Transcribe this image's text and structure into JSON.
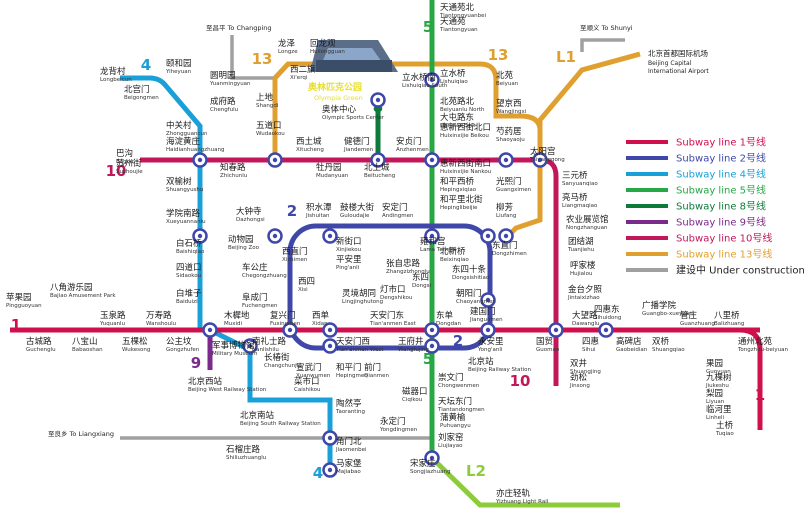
{
  "lines": [
    {
      "key": "1",
      "color": "#d0104c",
      "label": "1"
    },
    {
      "key": "2",
      "color": "#3f48a8",
      "label": "2"
    },
    {
      "key": "4",
      "color": "#1aa0d8",
      "label": "4"
    },
    {
      "key": "5",
      "color": "#28a745",
      "label": "5"
    },
    {
      "key": "8",
      "color": "#0e7a3a",
      "label": "8"
    },
    {
      "key": "9",
      "color": "#7a2a8a",
      "label": "9"
    },
    {
      "key": "10",
      "color": "#c2185b",
      "label": "10"
    },
    {
      "key": "13",
      "color": "#e0a030",
      "label": "13"
    },
    {
      "key": "L1",
      "color": "#e0a030",
      "label": "L1"
    },
    {
      "key": "L2",
      "color": "#8ccc3a",
      "label": "L2"
    },
    {
      "key": "batong",
      "color": "#d0104c",
      "label": "1"
    }
  ],
  "legend": [
    {
      "en": "Subway line ",
      "cn": "1号线",
      "color": "#d0104c"
    },
    {
      "en": "Subway line ",
      "cn": "2号线",
      "color": "#3f48a8"
    },
    {
      "en": "Subway line ",
      "cn": "4号线",
      "color": "#1aa0d8"
    },
    {
      "en": "Subway line ",
      "cn": "5号线",
      "color": "#28a745"
    },
    {
      "en": "Subway line ",
      "cn": "8号线",
      "color": "#0e7a3a"
    },
    {
      "en": "Subway line ",
      "cn": "9号线",
      "color": "#7a2a8a"
    },
    {
      "en": "Subway line ",
      "cn": "10号线",
      "color": "#c2185b"
    },
    {
      "en": "Subway line ",
      "cn": "13号线",
      "color": "#e0a030"
    },
    {
      "en": "建设中 Under construction",
      "cn": "",
      "color": "#a0a0a0"
    }
  ],
  "directions": {
    "changping": "至昌平 To Changping",
    "shunyi": "至顺义 To Shunyi",
    "liangxiang": "至良乡 To Liangxiang",
    "airport_cn": "北京首都国际机场",
    "airport_en1": "Beijing Capital",
    "airport_en2": "International Airport"
  },
  "olympic": {
    "cn": "奥林匹克公园",
    "en": "Olympia Green"
  },
  "stations": [
    {
      "cn": "苹果园",
      "en": "Pingguoyuan"
    },
    {
      "cn": "古城路",
      "en": "Guchenglu"
    },
    {
      "cn": "八角游乐园",
      "en": "Bajiao Amusement Park"
    },
    {
      "cn": "八宝山",
      "en": "Babaoshan"
    },
    {
      "cn": "玉泉路",
      "en": "Yuquanlu"
    },
    {
      "cn": "五棵松",
      "en": "Wukesong"
    },
    {
      "cn": "万寿路",
      "en": "Wanshoulu"
    },
    {
      "cn": "公主坟",
      "en": "Gongzhufen"
    },
    {
      "cn": "军事博物馆",
      "en": "Military Museum"
    },
    {
      "cn": "木樨地",
      "en": "Muxidi"
    },
    {
      "cn": "南礼士路",
      "en": "Nanlishilu"
    },
    {
      "cn": "复兴门",
      "en": "Fuxingmen"
    },
    {
      "cn": "西单",
      "en": "Xidan"
    },
    {
      "cn": "天安门西",
      "en": "Tian'anmen West"
    },
    {
      "cn": "天安门东",
      "en": "Tian'anmen East"
    },
    {
      "cn": "王府井",
      "en": "Wangfujing"
    },
    {
      "cn": "东单",
      "en": "Dongdan"
    },
    {
      "cn": "建国门",
      "en": "Jianguomen"
    },
    {
      "cn": "永安里",
      "en": "Yong'anli"
    },
    {
      "cn": "国贸",
      "en": "Guomao"
    },
    {
      "cn": "大望路",
      "en": "Dawanglu"
    },
    {
      "cn": "四惠",
      "en": "Sihui"
    },
    {
      "cn": "四惠东",
      "en": "Sihuidong"
    },
    {
      "cn": "高碑店",
      "en": "Gaobeidian"
    },
    {
      "cn": "广播学院",
      "en": "Guangbo-xueyuan"
    },
    {
      "cn": "双桥",
      "en": "Shuangqiao"
    },
    {
      "cn": "管庄",
      "en": "Guanzhuang"
    },
    {
      "cn": "八里桥",
      "en": "Balizhuang"
    },
    {
      "cn": "通州北苑",
      "en": "Tongzhou-beiyuan"
    },
    {
      "cn": "果园",
      "en": "Guoyuan"
    },
    {
      "cn": "九棵树",
      "en": "Jiukeshu"
    },
    {
      "cn": "梨园",
      "en": "Liyuan"
    },
    {
      "cn": "临河里",
      "en": "Linheli"
    },
    {
      "cn": "土桥",
      "en": "Tuqiao"
    },
    {
      "cn": "西直门",
      "en": "Xizhimen"
    },
    {
      "cn": "车公庄",
      "en": "Chegongzhuang"
    },
    {
      "cn": "阜成门",
      "en": "Fuchengmen"
    },
    {
      "cn": "积水潭",
      "en": "Jishuitan"
    },
    {
      "cn": "鼓楼大街",
      "en": "Guloudajie"
    },
    {
      "cn": "安定门",
      "en": "Andingmen"
    },
    {
      "cn": "雍和宫",
      "en": "Lama Temple"
    },
    {
      "cn": "东直门",
      "en": "Dongzhimen"
    },
    {
      "cn": "东四十条",
      "en": "Dongsishitiao"
    },
    {
      "cn": "朝阳门",
      "en": "Chaoyangmen"
    },
    {
      "cn": "北京站",
      "en": "Beijing Railway Station"
    },
    {
      "cn": "崇文门",
      "en": "Chongwenmen"
    },
    {
      "cn": "前门",
      "en": "Qianmen"
    },
    {
      "cn": "和平门",
      "en": "Hepingmen"
    },
    {
      "cn": "宣武门",
      "en": "Xuanwumen"
    },
    {
      "cn": "长椿街",
      "en": "Changchunjie"
    },
    {
      "cn": "西四",
      "en": "Xisi"
    },
    {
      "cn": "平安里",
      "en": "Ping'anli"
    },
    {
      "cn": "新街口",
      "en": "Xinjiekou"
    },
    {
      "cn": "灵境胡同",
      "en": "Lingjinghutong"
    },
    {
      "cn": "张自忠路",
      "en": "Zhangzizhonglu"
    },
    {
      "cn": "北新桥",
      "en": "Beixinqiao"
    },
    {
      "cn": "东四",
      "en": "Dongsi"
    },
    {
      "cn": "灯市口",
      "en": "Dengshikou"
    },
    {
      "cn": "磁器口",
      "en": "Ciqikou"
    },
    {
      "cn": "天坛东门",
      "en": "Tiantandongmen"
    },
    {
      "cn": "蒲黄榆",
      "en": "Puhuangyu"
    },
    {
      "cn": "刘家窑",
      "en": "Liujiayao"
    },
    {
      "cn": "宋家庄",
      "en": "Songjiazhuang"
    },
    {
      "cn": "天通苑北",
      "en": "Tiantongyuanbei"
    },
    {
      "cn": "天通苑",
      "en": "Tiantongyuan"
    },
    {
      "cn": "立水桥",
      "en": "Lishuiqiao"
    },
    {
      "cn": "立水桥南",
      "en": "Lishuiqiao South"
    },
    {
      "cn": "北苑路北",
      "en": "Beiyuanlu North"
    },
    {
      "cn": "大屯路东",
      "en": "Datunlu East"
    },
    {
      "cn": "惠新西街北口",
      "en": "Huixinxijie Beikou"
    },
    {
      "cn": "惠新西街南口",
      "en": "Huixinxijie Nankou"
    },
    {
      "cn": "和平西桥",
      "en": "Hepingxiqiao"
    },
    {
      "cn": "和平里北街",
      "en": "Hepinglibeijie"
    },
    {
      "cn": "北苑",
      "en": "Beiyuan"
    },
    {
      "cn": "望京西",
      "en": "Wangjingxi"
    },
    {
      "cn": "芍药居",
      "en": "Shaoyaoju"
    },
    {
      "cn": "光熙门",
      "en": "Guangximen"
    },
    {
      "cn": "柳芳",
      "en": "Liufang"
    },
    {
      "cn": "龙泽",
      "en": "Longze"
    },
    {
      "cn": "回龙观",
      "en": "Huilongguan"
    },
    {
      "cn": "西二旗",
      "en": "Xi'erqi"
    },
    {
      "cn": "上地",
      "en": "Shangdi"
    },
    {
      "cn": "五道口",
      "en": "Wudaokou"
    },
    {
      "cn": "知春路",
      "en": "Zhichunlu"
    },
    {
      "cn": "大钟寺",
      "en": "Dazhongsi"
    },
    {
      "cn": "西土城",
      "en": "Xitucheng"
    },
    {
      "cn": "牡丹园",
      "en": "Mudanyuan"
    },
    {
      "cn": "健德门",
      "en": "Jiandemen"
    },
    {
      "cn": "北土城",
      "en": "Beitucheng"
    },
    {
      "cn": "安贞门",
      "en": "Anzhenmen"
    },
    {
      "cn": "奥体中心",
      "en": "Olympic Sports Center"
    },
    {
      "cn": "太阳宫",
      "en": "Taiyanggong"
    },
    {
      "cn": "三元桥",
      "en": "Sanyuanqiao"
    },
    {
      "cn": "亮马桥",
      "en": "Liangmaqiao"
    },
    {
      "cn": "农业展览馆",
      "en": "Nongzhanguan"
    },
    {
      "cn": "团结湖",
      "en": "Tuanjiehu"
    },
    {
      "cn": "呼家楼",
      "en": "Hujialou"
    },
    {
      "cn": "金台夕照",
      "en": "Jintaixizhao"
    },
    {
      "cn": "双井",
      "en": "Shuangjing"
    },
    {
      "cn": "劲松",
      "en": "Jinsong"
    },
    {
      "cn": "龙背村",
      "en": "Longbeicun"
    },
    {
      "cn": "颐和园",
      "en": "Yiheyuan"
    },
    {
      "cn": "北宫门",
      "en": "Beigongmen"
    },
    {
      "cn": "圆明园",
      "en": "Yuanmingyuan"
    },
    {
      "cn": "成府路",
      "en": "Chengfulu"
    },
    {
      "cn": "中关村",
      "en": "Zhongguancun"
    },
    {
      "cn": "海淀黄庄",
      "en": "Haidianhuangzhuang"
    },
    {
      "cn": "苏州街",
      "en": "Suzhoujie"
    },
    {
      "cn": "巴沟",
      "en": "Bagou"
    },
    {
      "cn": "双榆树",
      "en": "Shuangyushu"
    },
    {
      "cn": "学院南路",
      "en": "Xueyuannanlu"
    },
    {
      "cn": "白石桥",
      "en": "Baishiqiao"
    },
    {
      "cn": "动物园",
      "en": "Beijing Zoo"
    },
    {
      "cn": "四道口",
      "en": "Sidaokou"
    },
    {
      "cn": "白堆子",
      "en": "Baiduizi"
    },
    {
      "cn": "北京西站",
      "en": "Beijing West Railway Station"
    },
    {
      "cn": "菜市口",
      "en": "Caishikou"
    },
    {
      "cn": "陶然亭",
      "en": "Taoranting"
    },
    {
      "cn": "北京南站",
      "en": "Beijing South Railway Station"
    },
    {
      "cn": "石榴庄路",
      "en": "Shiliuzhuanglu"
    },
    {
      "cn": "角门北",
      "en": "Jiaomenbei"
    },
    {
      "cn": "马家堡",
      "en": "Majiabao"
    },
    {
      "cn": "永定门",
      "en": "Yongdingmen"
    },
    {
      "cn": "亦庄轻轨",
      "en": "Yizhuang Light Rail"
    }
  ]
}
